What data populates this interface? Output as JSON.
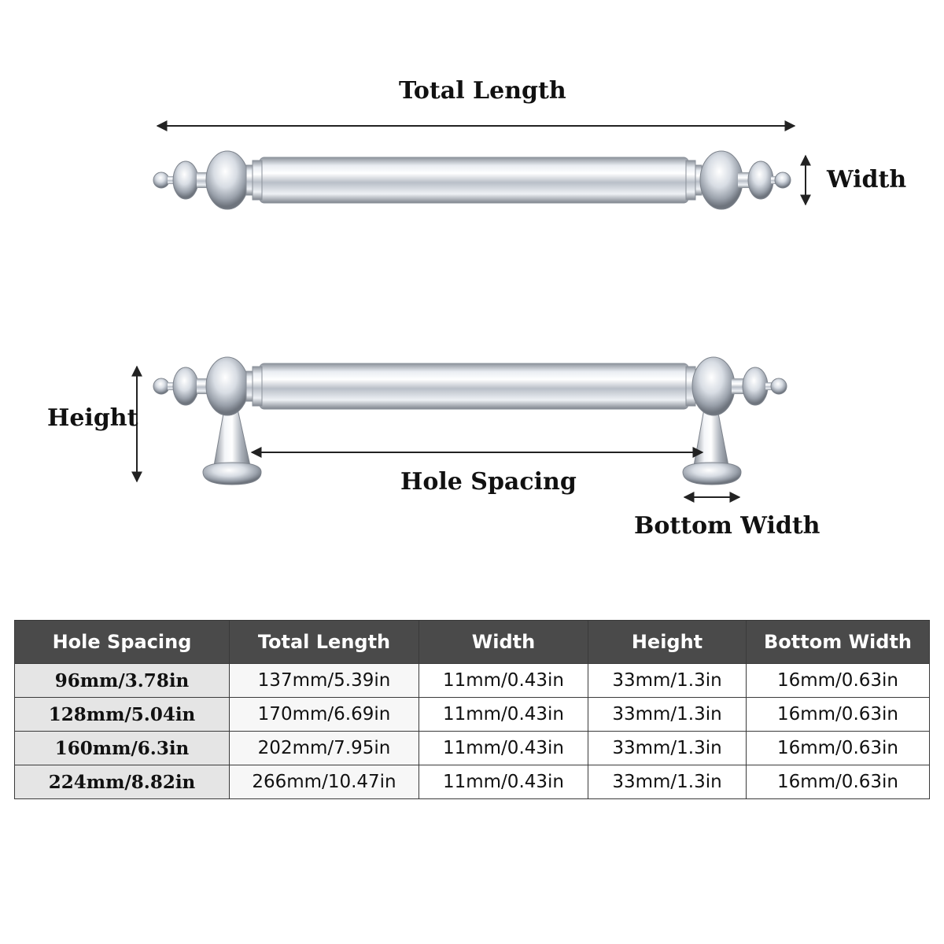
{
  "labels": {
    "total_length": "Total Length",
    "width": "Width",
    "height": "Height",
    "hole_spacing": "Hole Spacing",
    "bottom_width": "Bottom Width"
  },
  "table": {
    "headers": [
      "Hole Spacing",
      "Total Length",
      "Width",
      "Height",
      "Bottom Width"
    ],
    "rows": [
      [
        "96mm/3.78in",
        "137mm/5.39in",
        "11mm/0.43in",
        "33mm/1.3in",
        "16mm/0.63in"
      ],
      [
        "128mm/5.04in",
        "170mm/6.69in",
        "11mm/0.43in",
        "33mm/1.3in",
        "16mm/0.63in"
      ],
      [
        "160mm/6.3in",
        "202mm/7.95in",
        "11mm/0.43in",
        "33mm/1.3in",
        "16mm/0.63in"
      ],
      [
        "224mm/8.82in",
        "266mm/10.47in",
        "11mm/0.43in",
        "33mm/1.3in",
        "16mm/0.63in"
      ]
    ]
  },
  "colors": {
    "header_bg": "#4a4a4a",
    "first_col_bg": "#e5e5e5",
    "chrome": "#c9ced6"
  }
}
